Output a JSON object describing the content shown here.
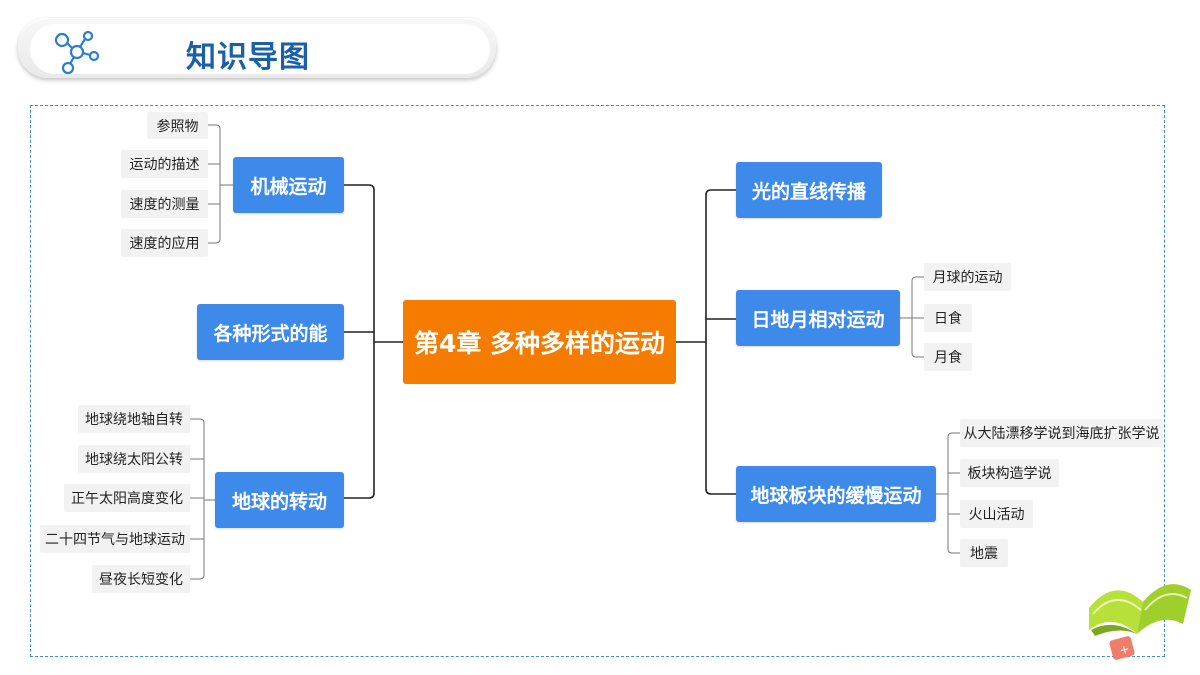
{
  "header": {
    "title": "知识导图",
    "icon": "molecule-network-icon"
  },
  "mindmap": {
    "center": "第4章 多种多样的运动",
    "left": [
      {
        "label": "机械运动",
        "children": [
          "参照物",
          "运动的描述",
          "速度的测量",
          "速度的应用"
        ]
      },
      {
        "label": "各种形式的能",
        "children": []
      },
      {
        "label": "地球的转动",
        "children": [
          "地球绕地轴自转",
          "地球绕太阳公转",
          "正午太阳高度变化",
          "二十四节气与地球运动",
          "昼夜长短变化"
        ]
      }
    ],
    "right": [
      {
        "label": "光的直线传播",
        "children": []
      },
      {
        "label": "日地月相对运动",
        "children": [
          "月球的运动",
          "日食",
          "月食"
        ]
      },
      {
        "label": "地球板块的缓慢运动",
        "children": [
          "从大陆漂移学说到海底扩张学说",
          "板块构造学说",
          "火山活动",
          "地震"
        ]
      }
    ]
  },
  "colors": {
    "center": "#f57c00",
    "branch": "#3d8aea",
    "leaf_bg": "#f2f2f2",
    "frame": "#4a88c7",
    "title": "#1a5fa8"
  },
  "decoration": "open-book-icon"
}
